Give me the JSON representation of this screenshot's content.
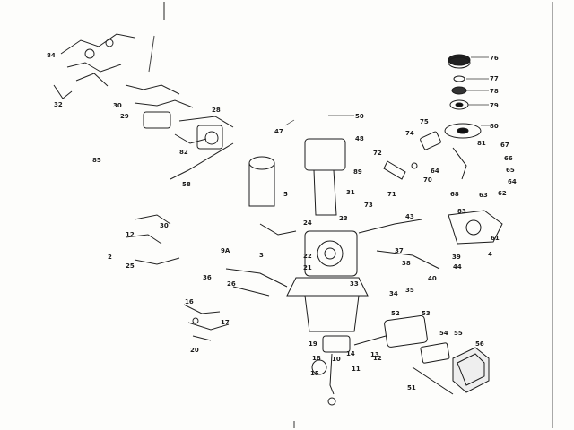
{
  "callouts": [
    "84",
    "32",
    "30",
    "29",
    "28",
    "82",
    "85",
    "58",
    "47",
    "50",
    "76",
    "77",
    "78",
    "79",
    "80",
    "75",
    "74",
    "48",
    "72",
    "64",
    "70",
    "89",
    "5",
    "71",
    "73",
    "31",
    "81",
    "67",
    "66",
    "65",
    "64",
    "68",
    "63",
    "62",
    "43",
    "83",
    "61",
    "44",
    "40",
    "39",
    "38",
    "37",
    "4",
    "30",
    "12",
    "25",
    "2",
    "9A",
    "36",
    "26",
    "3",
    "24",
    "23",
    "22",
    "21",
    "33",
    "34",
    "35",
    "16",
    "17",
    "20",
    "19",
    "18",
    "10",
    "14",
    "15",
    "11",
    "13",
    "52",
    "53",
    "54",
    "55",
    "56",
    "51",
    "12"
  ]
}
